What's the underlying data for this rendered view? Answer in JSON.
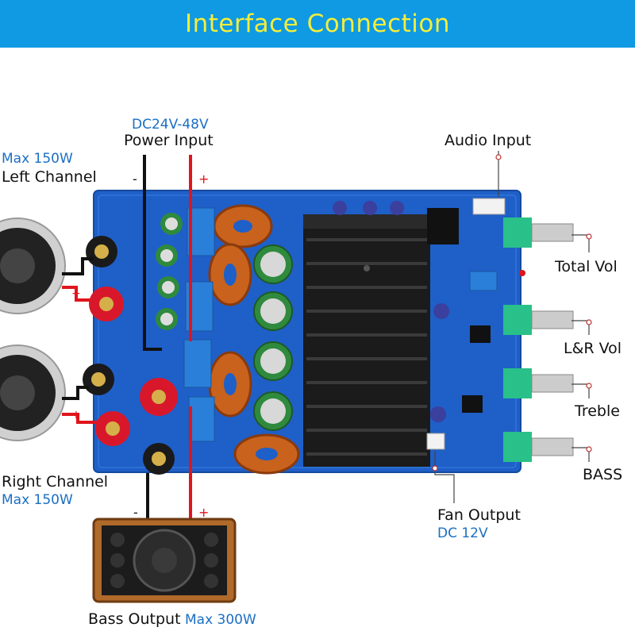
{
  "banner": {
    "title": "Interface  Connection"
  },
  "power": {
    "spec": "DC24V-48V",
    "label": "Power Input",
    "minus": "-",
    "plus": "+"
  },
  "left_channel": {
    "spec": "Max 150W",
    "label": "Left Channel",
    "minus": "-",
    "plus": "+"
  },
  "right_channel": {
    "label": "Right Channel",
    "spec": "Max 150W",
    "minus": "-",
    "plus": "+"
  },
  "audio_input": {
    "label": "Audio Input"
  },
  "controls": {
    "total_vol": "Total  Vol",
    "lr_vol": "L&R  Vol",
    "treble": "Treble",
    "bass": "BASS"
  },
  "fan": {
    "label": "Fan Output",
    "spec": "DC 12V"
  },
  "bass_output": {
    "label": "Bass Output",
    "spec": "Max 300W",
    "minus": "-",
    "plus": "+"
  },
  "colors": {
    "banner_bg": "#0f9ae3",
    "banner_text": "#f4ee3a",
    "board": "#1f5fc8",
    "positive_wire": "#e0141c",
    "negative_wire": "#111111",
    "spec_text": "#1b6fc4"
  }
}
